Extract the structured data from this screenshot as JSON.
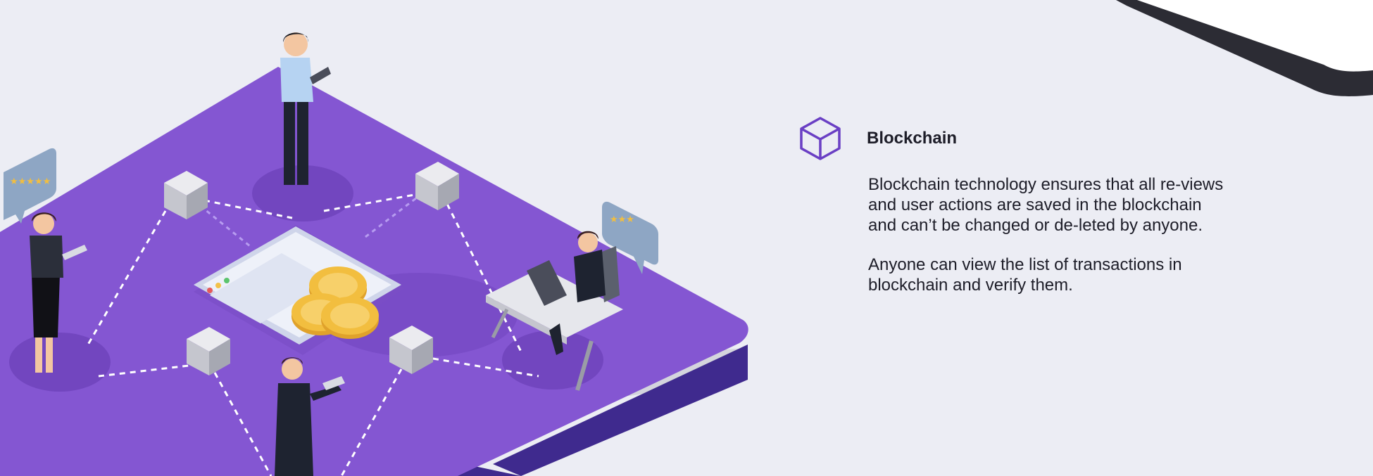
{
  "feature": {
    "title": "Blockchain",
    "icon": "cube-icon",
    "paragraphs": [
      "Blockchain technology ensures that all re-views and user actions are saved in the blockchain and can’t be changed or de-leted by anyone.",
      "Anyone can view the list of transactions in blockchain and verify them."
    ]
  },
  "colors": {
    "background": "#ecedf4",
    "platform": "#8456d2",
    "platform_side": "#3f2a8e",
    "accent_icon": "#6a3fc4",
    "text": "#1d1d28",
    "coin": "#f2be3f"
  }
}
